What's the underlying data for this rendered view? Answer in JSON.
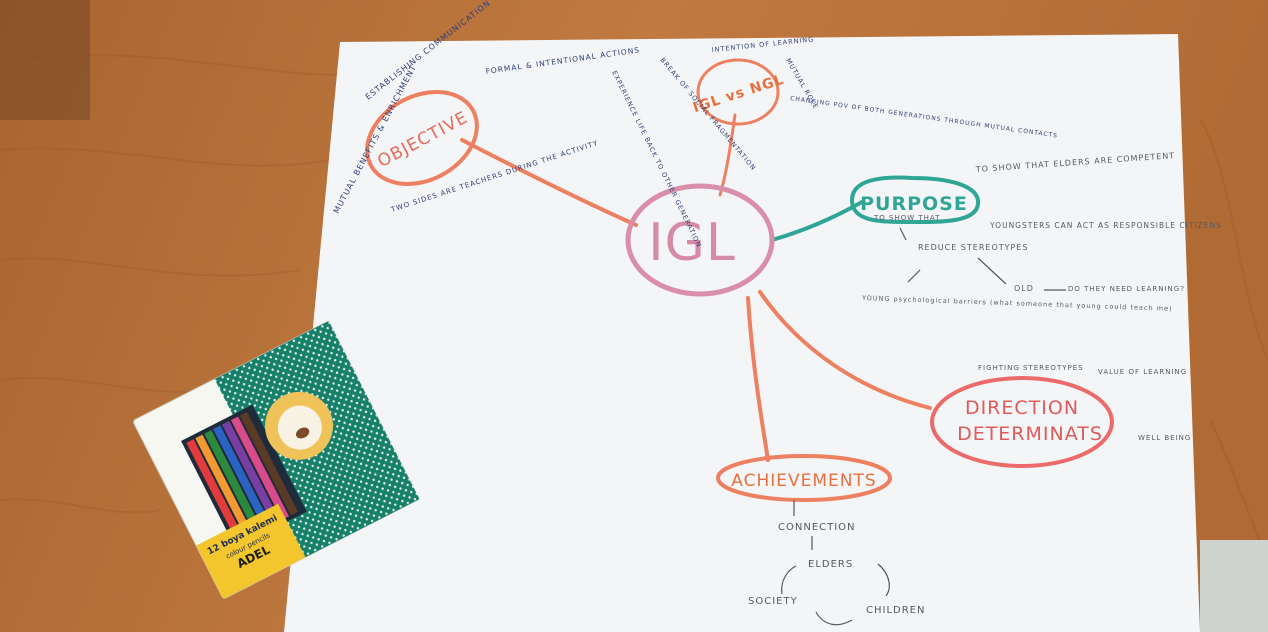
{
  "colors": {
    "table": "#b8743e",
    "table_dark": "#8f5528",
    "paper": "#f4f5f6",
    "pink": "#d98fa9",
    "salmon": "#ec8060",
    "teal": "#2fa596",
    "blue_ink": "#2e3d7a",
    "pencil_ink": "#555a60"
  },
  "mindmap": {
    "center": "IGL",
    "objective": {
      "title": "OBJECTIVE",
      "notes": [
        "ESTABLISHING COMMUNICATION",
        "FORMAL & INTENTIONAL ACTIONS",
        "MUTUAL BENEFITS & ENRICHMENT",
        "TWO SIDES ARE TEACHERS DURING THE ACTIVITY"
      ]
    },
    "igl_vs_ngl": {
      "title": "IGL vs NGL",
      "notes": [
        "INTENTION OF LEARNING",
        "MUTUAL ROLE",
        "BREAK OF SOCIAL FRAGMENTATION",
        "CHANGING POV OF BOTH GENERATIONS THROUGH MUTUAL CONTACTS",
        "EXPERIENCE LIFE BACK TO OTHER GENERATION"
      ]
    },
    "purpose": {
      "title": "PURPOSE",
      "notes": [
        "TO SHOW THAT ELDERS ARE COMPETENT",
        "TO SHOW THAT",
        "YOUNGSTERS CAN ACT AS RESPONSIBLE CITIZENS",
        "REDUCE STEREOTYPES",
        "OLD",
        "DO THEY NEED LEARNING?",
        "YOUNG psychological barriers (what someone that young could teach me)"
      ]
    },
    "direction": {
      "title_line1": "DIRECTION",
      "title_line2": "DETERMINATS",
      "notes": [
        "FIGHTING STEREOTYPES",
        "VALUE OF LEARNING",
        "WELL BEING"
      ]
    },
    "achievements": {
      "title": "ACHIEVEMENTS",
      "notes": [
        "CONNECTION",
        "ELDERS",
        "SOCIETY",
        "CHILDREN"
      ]
    }
  },
  "pencil_box": {
    "brand": "ADEL",
    "count_label": "12 boya kalemi",
    "sub_label": "colour pencils"
  }
}
